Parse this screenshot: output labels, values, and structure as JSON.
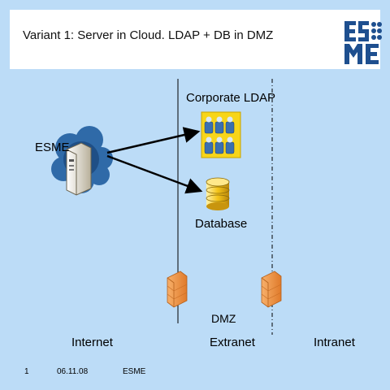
{
  "slide": {
    "title": "Variant 1: Server in Cloud. LDAP + DB in DMZ",
    "logo_text": "ESME"
  },
  "nodes": {
    "esme_label": "ESME",
    "ldap_label": "Corporate LDAP",
    "database_label": "Database",
    "dmz_label": "DMZ"
  },
  "zones": {
    "internet": "Internet",
    "extranet": "Extranet",
    "intranet": "Intranet"
  },
  "footer": {
    "page_number": "1",
    "date": "06.11.08",
    "company": "ESME"
  },
  "colors": {
    "background": "#bcdcf7",
    "header_bg": "#ffffff",
    "logo_blue": "#1e4f8f",
    "ldap_yellow": "#f7d51a",
    "firewall_orange": "#f39c4a",
    "cloud_blue": "#2f6aa8"
  }
}
